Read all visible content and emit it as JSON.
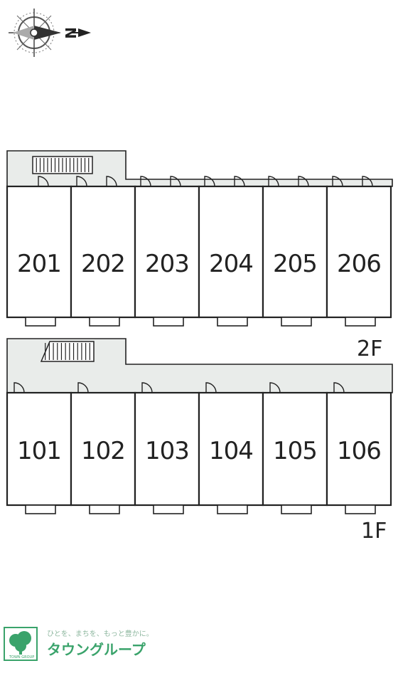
{
  "compass": {
    "letter": "N",
    "icon": "compass-rose-icon"
  },
  "floors": [
    {
      "label": "2F",
      "units": [
        "201",
        "202",
        "203",
        "204",
        "205",
        "206"
      ]
    },
    {
      "label": "1F",
      "units": [
        "101",
        "102",
        "103",
        "104",
        "105",
        "106"
      ]
    }
  ],
  "logo": {
    "tagline": "ひとを、まちを、もっと豊かに。",
    "name": "タウングループ",
    "mark_text": "TOWN GROUP",
    "color": "#3aa36b"
  },
  "colors": {
    "corridor": "#e9ecea",
    "line": "#222222"
  }
}
